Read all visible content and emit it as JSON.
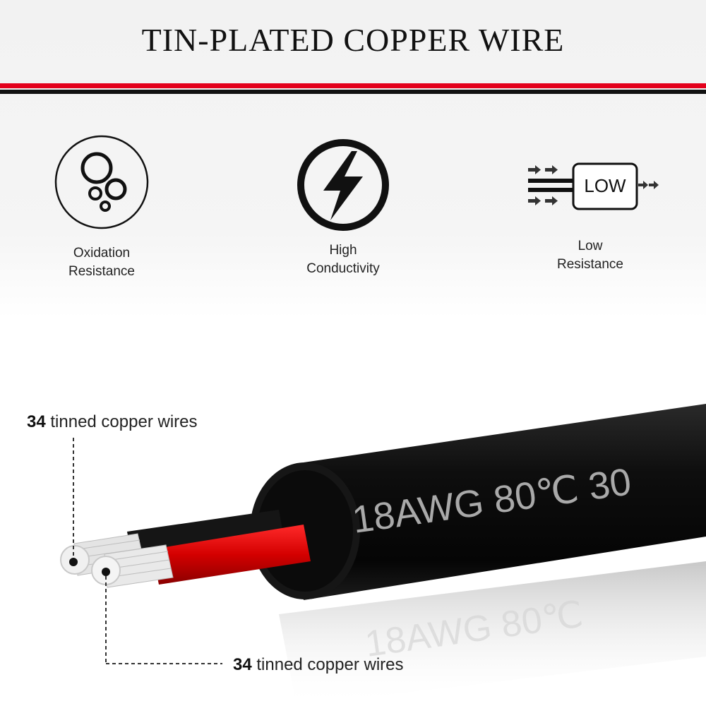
{
  "title": "TIN-PLATED COPPER WIRE",
  "colors": {
    "accent_red": "#e3001b",
    "stripe_black": "#111111",
    "background": "#f3f3f3"
  },
  "features": [
    {
      "icon": "bubbles-icon",
      "label_line1": "Oxidation",
      "label_line2": "Resistance"
    },
    {
      "icon": "lightning-icon",
      "label_line1": "High",
      "label_line2": "Conductivity"
    },
    {
      "icon": "low-resistance-icon",
      "label_line1": "Low",
      "label_line2": "Resistance",
      "icon_text": "LOW"
    }
  ],
  "cable": {
    "jacket_text": "18AWG 80℃ 30",
    "reflection_text": "18AWG 80℃"
  },
  "callouts": [
    {
      "count": "34",
      "text": " tinned copper wires"
    },
    {
      "count": "34",
      "text": " tinned copper wires"
    }
  ]
}
